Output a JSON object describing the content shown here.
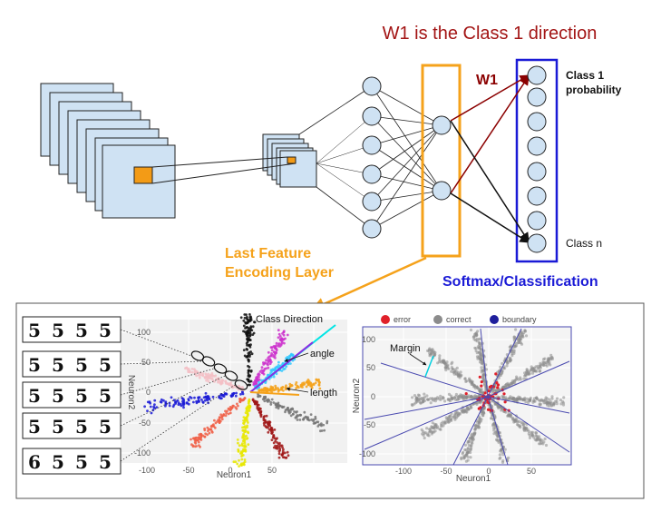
{
  "header": {
    "title": "W1 is the Class 1 direction",
    "title_color": "#a31515"
  },
  "network": {
    "w1_label": "W1",
    "class1_label_line1": "Class 1",
    "class1_label_line2": "probability",
    "classn_label": "Class n",
    "feature_layer_line1": "Last Feature",
    "feature_layer_line2": "Encoding Layer",
    "softmax_label": "Softmax/Classification",
    "orange": "#f5a21b",
    "blue": "#1a1ad6",
    "dark_red": "#8b0000",
    "node_fill": "#cfe2f3"
  },
  "left_plot": {
    "annotation_class_direction": "Class Direction",
    "annotation_angle": "angle",
    "annotation_length": "length",
    "xlabel": "Neuron1",
    "ylabel": "Neuron2",
    "xticks": [
      "-100",
      "-50",
      "0",
      "50"
    ],
    "yticks": [
      "100",
      "50",
      "0",
      "-50",
      "-100"
    ],
    "digit_rows": [
      [
        "5",
        "5",
        "5",
        "5"
      ],
      [
        "5",
        "5",
        "5",
        "5"
      ],
      [
        "5",
        "5",
        "5",
        "5"
      ],
      [
        "5",
        "5",
        "5",
        "5"
      ],
      [
        "6",
        "5",
        "5",
        "5"
      ]
    ]
  },
  "right_plot": {
    "legend": [
      {
        "label": "error",
        "color": "#e0202a"
      },
      {
        "label": "correct",
        "color": "#8c8c8c"
      },
      {
        "label": "boundary",
        "color": "#1e1e9c"
      }
    ],
    "annotation_margin": "Margin",
    "xlabel": "Neuron1",
    "ylabel": "Neuron2",
    "xticks": [
      "-100",
      "-50",
      "0",
      "50"
    ],
    "yticks": [
      "100",
      "50",
      "0",
      "-50",
      "-100"
    ]
  }
}
